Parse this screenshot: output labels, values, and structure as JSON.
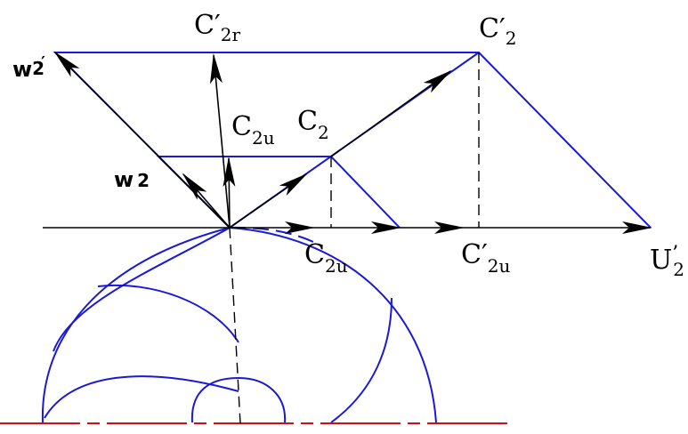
{
  "labels": {
    "c2r_prime": {
      "main": "C′",
      "sub": "2r"
    },
    "c2_prime": {
      "main": "C′",
      "sub": "2"
    },
    "w2_prime": {
      "main": "w",
      "sub": "2",
      "mark": "′"
    },
    "c2u_upper": {
      "main": "C",
      "sub": "2u"
    },
    "c2": {
      "main": "C",
      "sub": "2"
    },
    "w2": {
      "main": "w",
      "sub": "2"
    },
    "c2u_lower": {
      "main": "C",
      "sub": "2u"
    },
    "c2u_prime": {
      "main": "C′",
      "sub": "2u"
    },
    "u2_prime": {
      "main": "U",
      "sub": "2",
      "mark": "’"
    }
  },
  "colors": {
    "blade": "#1a1ad6",
    "vector": "#000000",
    "centerline": "#d01010"
  }
}
